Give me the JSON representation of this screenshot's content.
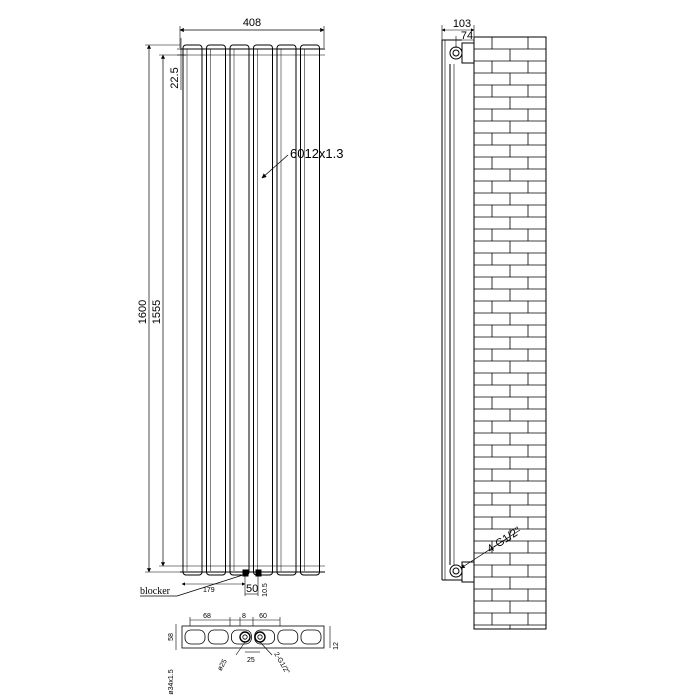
{
  "front_view": {
    "width_label": "408",
    "height_total_label": "1600",
    "height_centers_label": "1555",
    "top_offset_label": "22.5",
    "tube_label": "6012x1.3",
    "tube_count": 6
  },
  "bottom_labels": {
    "blocker": "blocker",
    "offset_179": "179",
    "spacing_50": "50",
    "small_10_5": "10.5"
  },
  "side_view": {
    "depth_label": "103",
    "bracket_label": "74",
    "valve_label": "4-G1/2\""
  },
  "plan_view": {
    "left_label": "68",
    "mid_label": "8",
    "right_label": "60",
    "height_label": "58",
    "rail_label": "ø34x1.5",
    "pipe_label": "ø25",
    "spacing_label": "25",
    "thread_label": "2-G1/2\"",
    "right_small_label": "12"
  },
  "colors": {
    "line": "#000000",
    "background": "#ffffff"
  }
}
